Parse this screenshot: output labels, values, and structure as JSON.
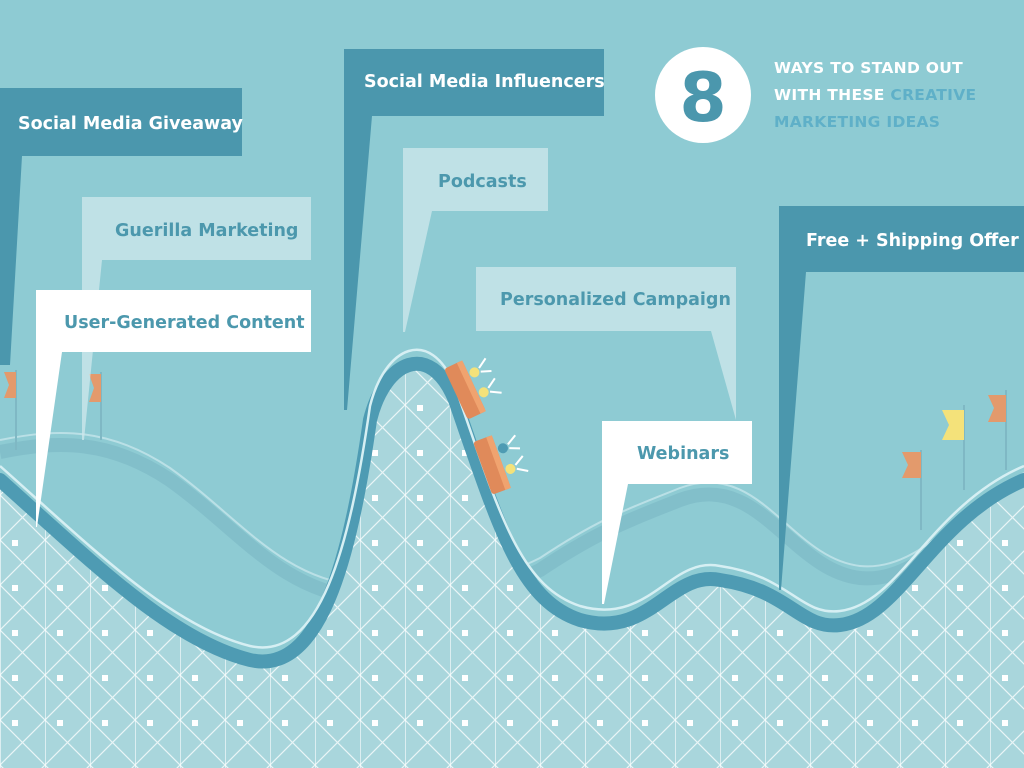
{
  "badge": {
    "number": "8"
  },
  "title": {
    "line1": "WAYS TO STAND OUT",
    "line2_prefix": "WITH THESE ",
    "line2_highlight": "CREATIVE",
    "line3": "MARKETING IDEAS"
  },
  "callouts": [
    {
      "id": "giveaway",
      "label": "Social Media Giveaway"
    },
    {
      "id": "guerilla",
      "label": "Guerilla Marketing"
    },
    {
      "id": "ugc",
      "label": "User-Generated Content"
    },
    {
      "id": "influencers",
      "label": "Social Media Influencers"
    },
    {
      "id": "podcasts",
      "label": "Podcasts"
    },
    {
      "id": "personalized",
      "label": "Personalized Campaign"
    },
    {
      "id": "webinars",
      "label": "Webinars"
    },
    {
      "id": "free-shipping",
      "label": "Free + Shipping Offer"
    }
  ],
  "colors": {
    "background": "#8ecbd3",
    "dark_callout": "#4b97ad",
    "light_callout": "#cfe8ec",
    "white_callout": "#ffffff",
    "track": "#4e9bb3",
    "highlight": "#cdebf0",
    "flag": "#e39a6c",
    "flag_yellow": "#f4e27a",
    "cart": "#e08a5a"
  },
  "icons": [
    "flag-icon",
    "roller-coaster-cart-icon"
  ]
}
